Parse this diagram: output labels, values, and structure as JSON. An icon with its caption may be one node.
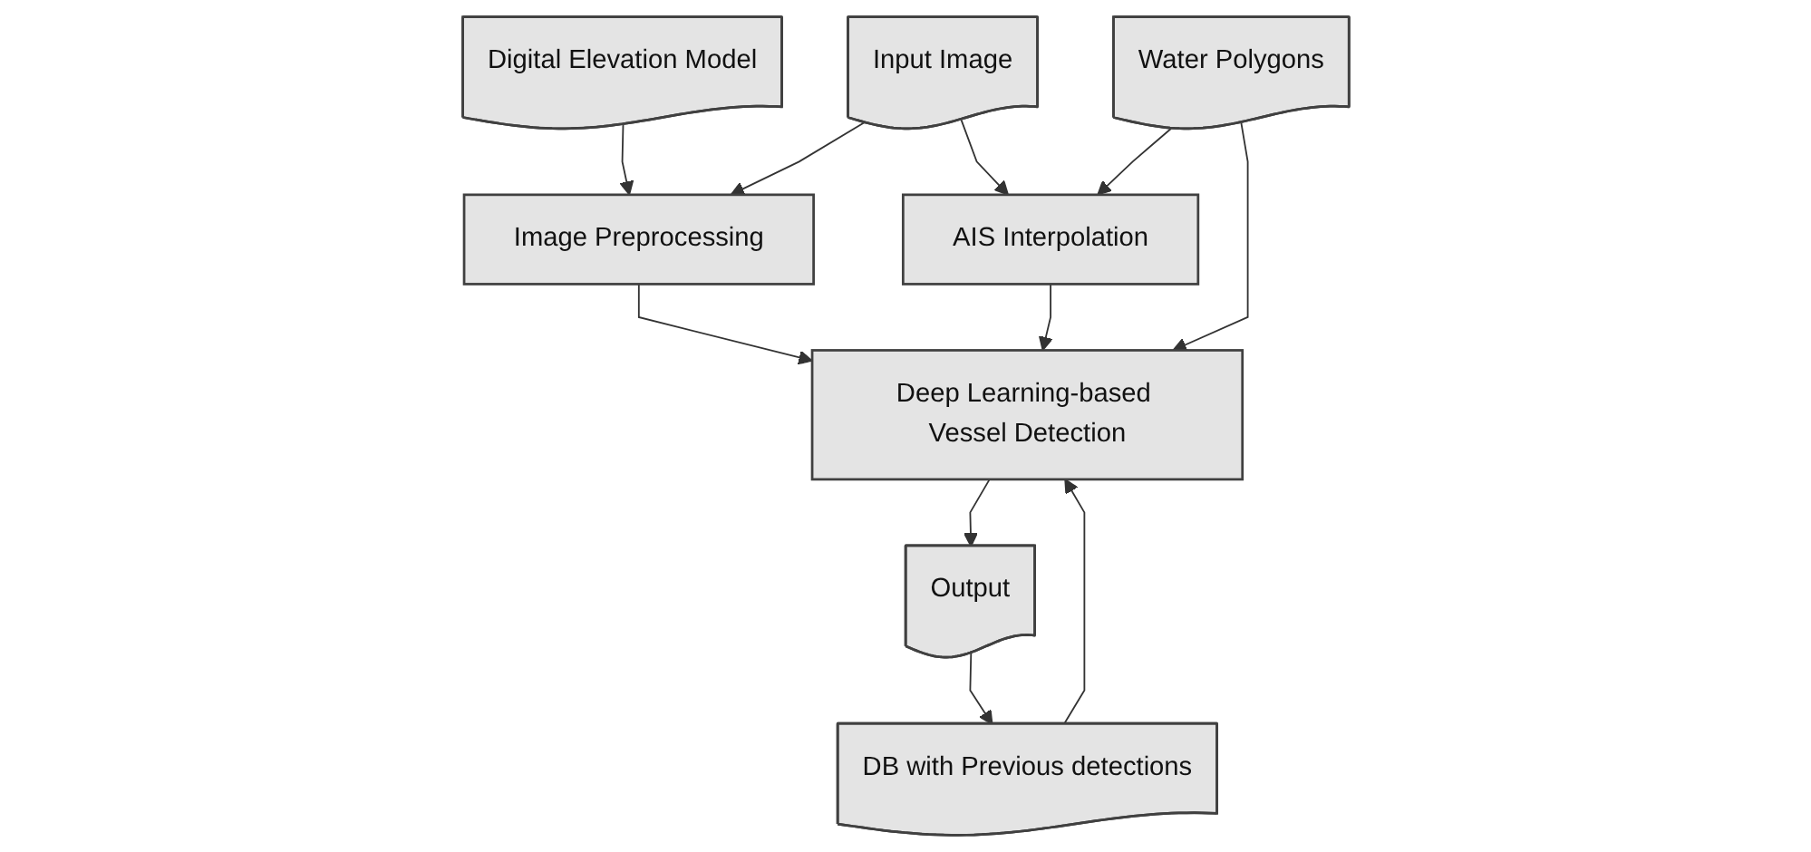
{
  "diagram": {
    "nodes": [
      {
        "text": [
          "Digital Elevation Model"
        ]
      },
      {
        "text": [
          "Input Image"
        ]
      },
      {
        "text": [
          "Water Polygons"
        ]
      },
      {
        "text": [
          "Image Preprocessing"
        ]
      },
      {
        "text": [
          "AIS Interpolation"
        ]
      },
      {
        "text": [
          "DB with Previous detections"
        ]
      },
      {
        "text": [
          "Deep Learning-based Vessel Detection"
        ]
      },
      {
        "text": [
          "Output"
        ]
      }
    ],
    "edges": [
      {
        "from": 1,
        "to": 3,
        "arrow": "to"
      },
      {
        "from": 1,
        "to": 4,
        "arrow": "to"
      },
      {
        "from": 0,
        "to": 3,
        "arrow": "to"
      },
      {
        "from": 2,
        "to": 4,
        "arrow": "to"
      },
      {
        "from": 2,
        "to": 6,
        "arrow": "to"
      },
      {
        "from": 3,
        "to": 6,
        "arrow": "to"
      },
      {
        "from": 4,
        "to": 6,
        "arrow": "to"
      },
      {
        "from": 5,
        "to": 6,
        "arrow": "to"
      },
      {
        "from": 6,
        "to": 7,
        "arrow": "to"
      },
      {
        "from": 7,
        "to": 5,
        "arrow": "to"
      }
    ]
  }
}
